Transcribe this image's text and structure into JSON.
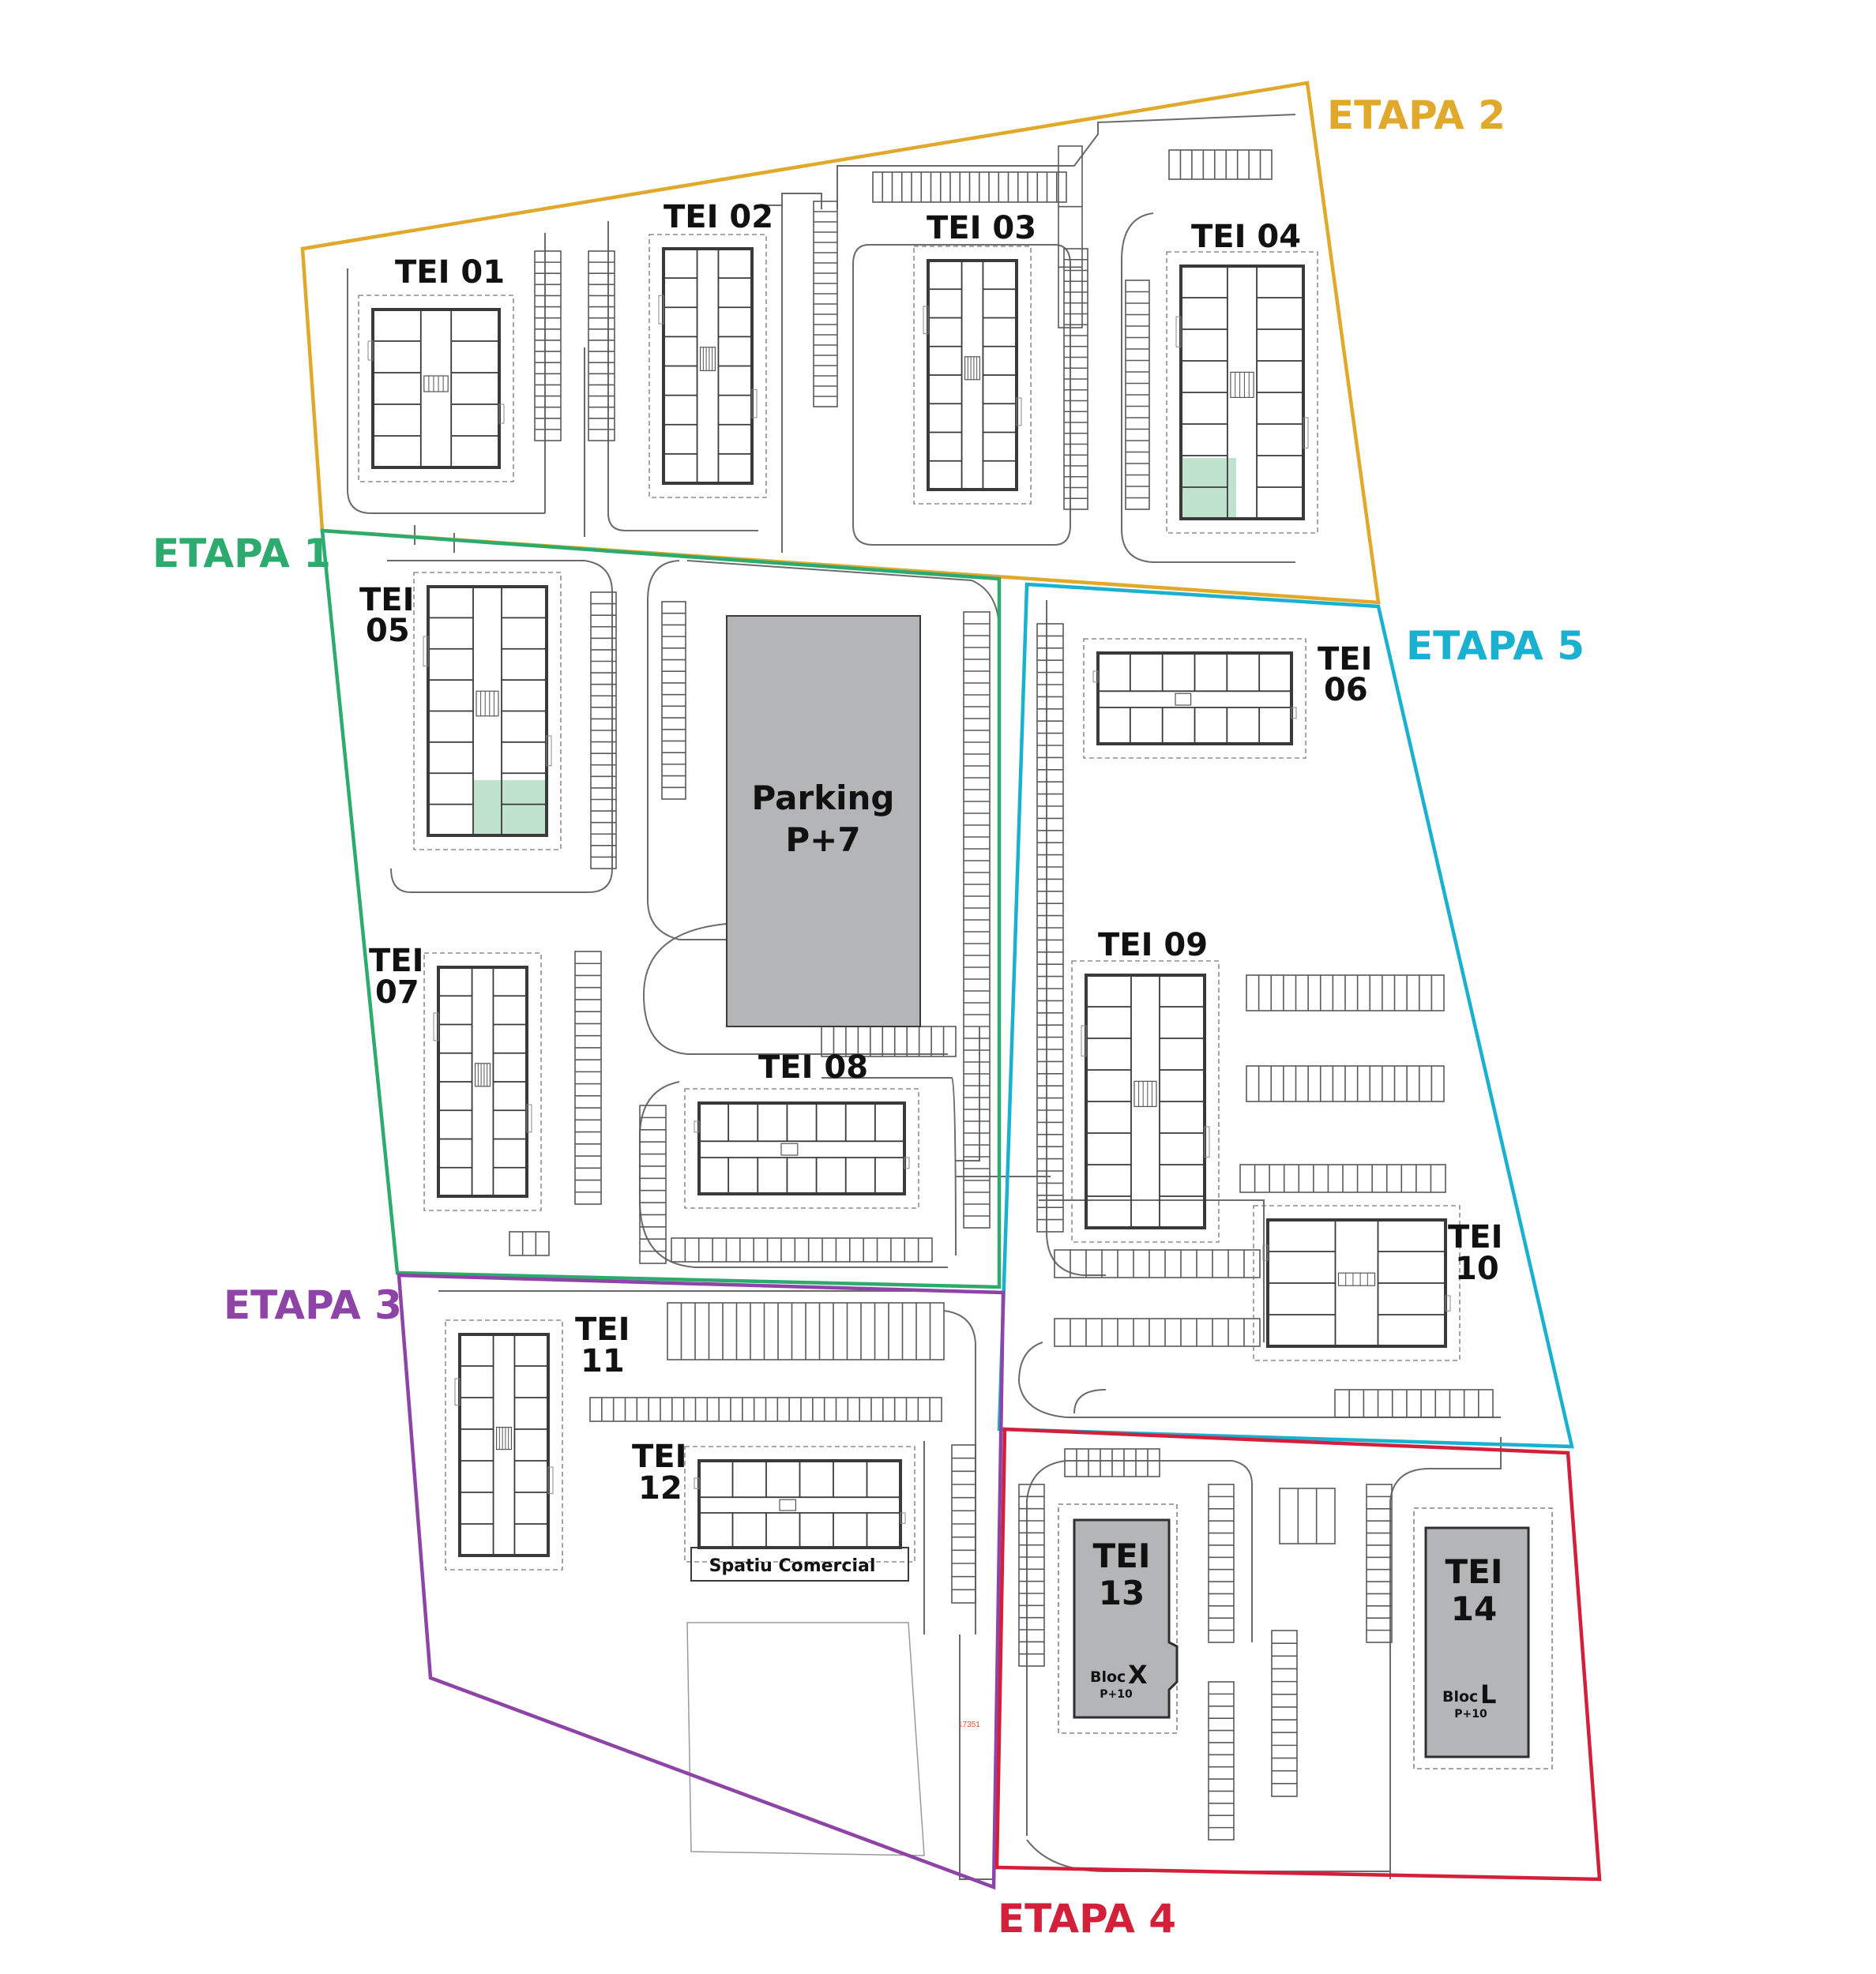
{
  "stages": [
    {
      "id": "etapa-1",
      "label": "ETAPA 1",
      "color": "#2daa6e"
    },
    {
      "id": "etapa-2",
      "label": "ETAPA 2",
      "color": "#e0a92c"
    },
    {
      "id": "etapa-3",
      "label": "ETAPA 3",
      "color": "#8e44a6"
    },
    {
      "id": "etapa-4",
      "label": "ETAPA 4",
      "color": "#d41f3a"
    },
    {
      "id": "etapa-5",
      "label": "ETAPA 5",
      "color": "#1ab0d0"
    }
  ],
  "buildings": {
    "tei01": {
      "line1": "TEI 01"
    },
    "tei02": {
      "line1": "TEI 02"
    },
    "tei03": {
      "line1": "TEI 03"
    },
    "tei04": {
      "line1": "TEI 04"
    },
    "tei05": {
      "line1": "TEI",
      "line2": "05"
    },
    "tei06": {
      "line1": "TEI",
      "line2": "06"
    },
    "tei07": {
      "line1": "TEI",
      "line2": "07"
    },
    "tei08": {
      "line1": "TEI 08"
    },
    "tei09": {
      "line1": "TEI 09"
    },
    "tei10": {
      "line1": "TEI",
      "line2": "10"
    },
    "tei11": {
      "line1": "TEI",
      "line2": "11"
    },
    "tei12": {
      "line1": "TEI",
      "line2": "12"
    },
    "tei13": {
      "line1": "TEI",
      "line2": "13",
      "bloc_word": "Bloc",
      "bloc_letter": "X",
      "floors": "P+10"
    },
    "tei14": {
      "line1": "TEI",
      "line2": "14",
      "bloc_word": "Bloc",
      "bloc_letter": "L",
      "floors": "P+10"
    }
  },
  "parking": {
    "line1": "Parking",
    "line2": "P+7"
  },
  "commercial": {
    "label": "Spatiu Comercial"
  },
  "survey_note": "17351",
  "colors": {
    "parking_fill": "#b4b5b7",
    "highlight_unit": "#bfe3cc",
    "plan_stroke": "#3a3a3a",
    "road_stroke": "#6b6b6b"
  }
}
